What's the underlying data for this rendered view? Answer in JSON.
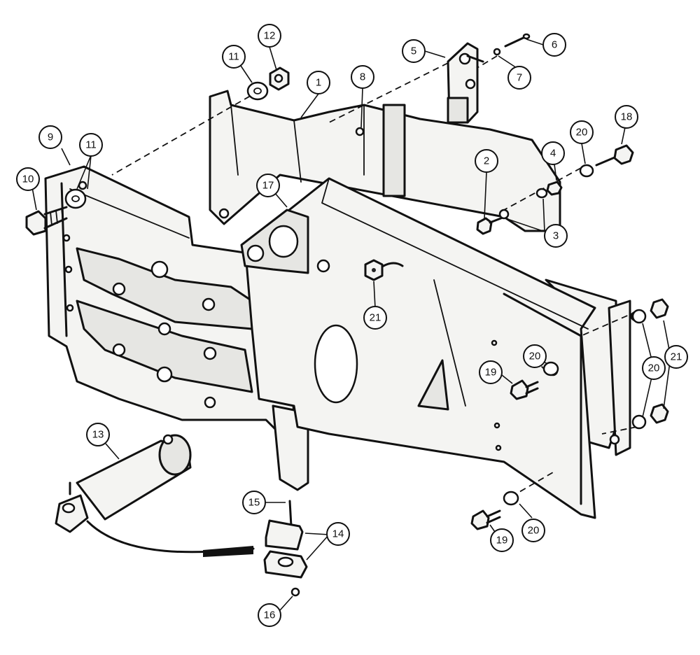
{
  "callouts": [
    {
      "id": "c1",
      "label": "1"
    },
    {
      "id": "c2",
      "label": "2"
    },
    {
      "id": "c3",
      "label": "3"
    },
    {
      "id": "c4",
      "label": "4"
    },
    {
      "id": "c5",
      "label": "5"
    },
    {
      "id": "c6",
      "label": "6"
    },
    {
      "id": "c7",
      "label": "7"
    },
    {
      "id": "c8",
      "label": "8"
    },
    {
      "id": "c9",
      "label": "9"
    },
    {
      "id": "c10",
      "label": "10"
    },
    {
      "id": "c11a",
      "label": "11"
    },
    {
      "id": "c11b",
      "label": "11"
    },
    {
      "id": "c12",
      "label": "12"
    },
    {
      "id": "c13",
      "label": "13"
    },
    {
      "id": "c14",
      "label": "14"
    },
    {
      "id": "c15",
      "label": "15"
    },
    {
      "id": "c16",
      "label": "16"
    },
    {
      "id": "c17",
      "label": "17"
    },
    {
      "id": "c18",
      "label": "18"
    },
    {
      "id": "c19a",
      "label": "19"
    },
    {
      "id": "c19b",
      "label": "19"
    },
    {
      "id": "c20a",
      "label": "20"
    },
    {
      "id": "c20b",
      "label": "20"
    },
    {
      "id": "c20c",
      "label": "20"
    },
    {
      "id": "c20d",
      "label": "20"
    },
    {
      "id": "c21a",
      "label": "21"
    },
    {
      "id": "c21b",
      "label": "21"
    }
  ]
}
